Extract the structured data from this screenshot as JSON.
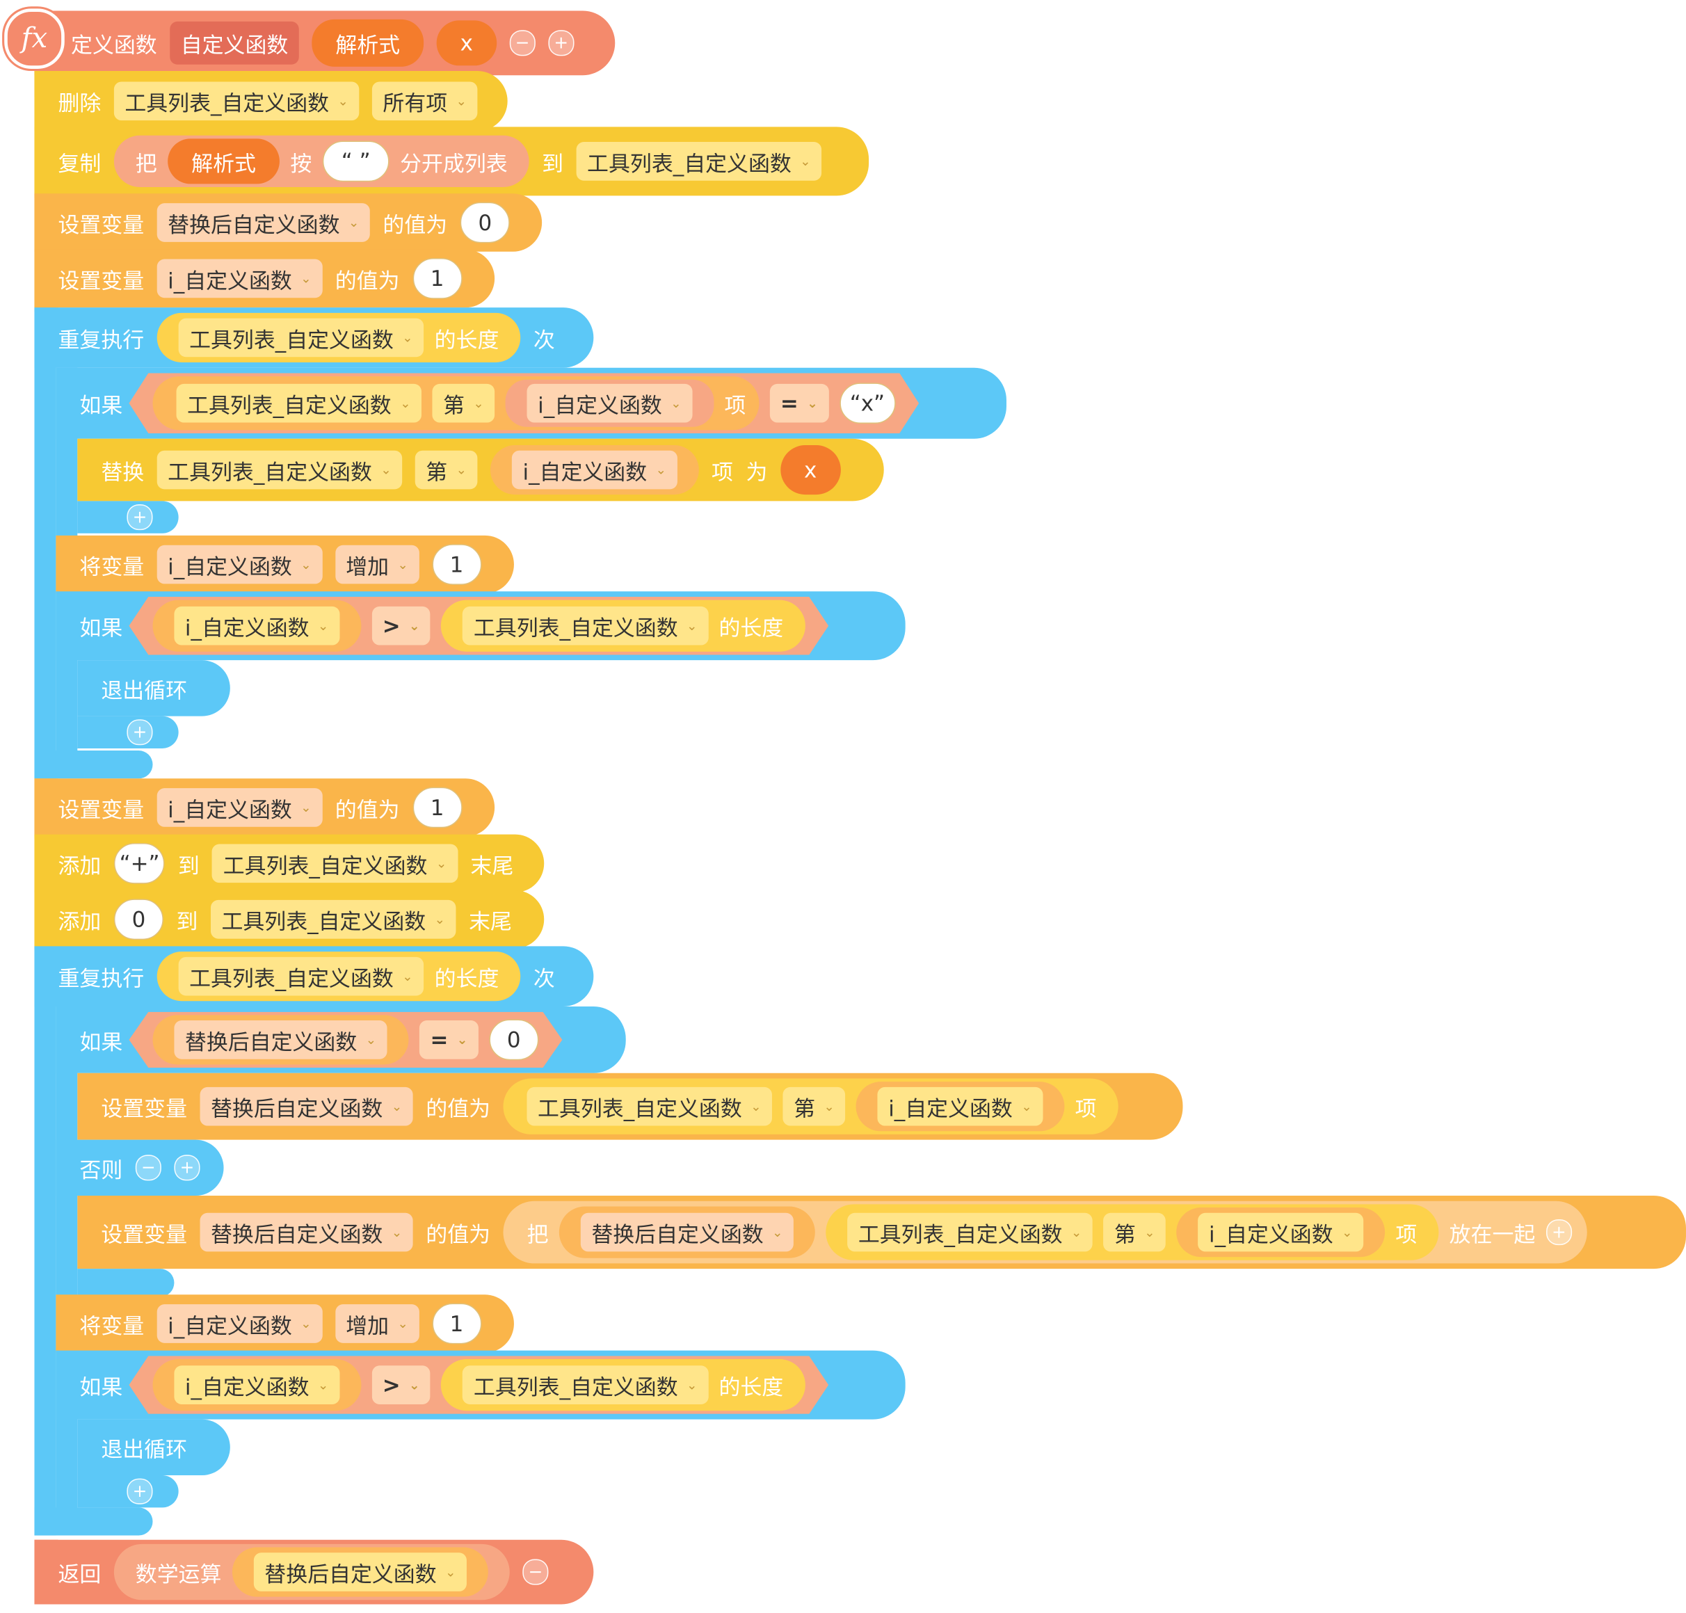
{
  "fx_icon": "function-fx-icon",
  "define": {
    "label": "定义函数",
    "name": "自定义函数",
    "param": "解析式",
    "param2": "x"
  },
  "del": {
    "label": "删除",
    "list": "工具列表_自定义函数",
    "which": "所有项"
  },
  "copy": {
    "label": "复制",
    "ba": "把",
    "param": "解析式",
    "by": "按",
    "sep": "“ ”",
    "split": "分开成列表",
    "to": "到",
    "list": "工具列表_自定义函数"
  },
  "set1": {
    "label": "设置变量",
    "var": "替换后自定义函数",
    "val_label": "的值为",
    "val": "0"
  },
  "set2": {
    "label": "设置变量",
    "var": "i_自定义函数",
    "val_label": "的值为",
    "val": "1"
  },
  "rep1": {
    "label": "重复执行",
    "list": "工具列表_自定义函数",
    "len": "的长度",
    "times": "次"
  },
  "if1": {
    "label": "如果",
    "list": "工具列表_自定义函数",
    "nth": "第",
    "var": "i_自定义函数",
    "item": "项",
    "op": "=",
    "str": "“x”"
  },
  "replace": {
    "label": "替换",
    "list": "工具列表_自定义函数",
    "nth": "第",
    "var": "i_自定义函数",
    "item": "项",
    "as": "为",
    "val": "x"
  },
  "inc1": {
    "label": "将变量",
    "var": "i_自定义函数",
    "op": "增加",
    "val": "1"
  },
  "if2": {
    "label": "如果",
    "var": "i_自定义函数",
    "op": ">",
    "list": "工具列表_自定义函数",
    "len": "的长度"
  },
  "brk1": {
    "label": "退出循环"
  },
  "set3": {
    "label": "设置变量",
    "var": "i_自定义函数",
    "val_label": "的值为",
    "val": "1"
  },
  "add1": {
    "label": "添加",
    "val": "“+”",
    "to": "到",
    "list": "工具列表_自定义函数",
    "tail": "末尾"
  },
  "add2": {
    "label": "添加",
    "val": "0",
    "to": "到",
    "list": "工具列表_自定义函数",
    "tail": "末尾"
  },
  "rep2": {
    "label": "重复执行",
    "list": "工具列表_自定义函数",
    "len": "的长度",
    "times": "次"
  },
  "if3": {
    "label": "如果",
    "var": "替换后自定义函数",
    "op": "=",
    "val": "0"
  },
  "set4": {
    "label": "设置变量",
    "var": "替换后自定义函数",
    "val_label": "的值为",
    "list": "工具列表_自定义函数",
    "nth": "第",
    "ivar": "i_自定义函数",
    "item": "项"
  },
  "else": {
    "label": "否则"
  },
  "set5": {
    "label": "设置变量",
    "var": "替换后自定义函数",
    "val_label": "的值为",
    "ba": "把",
    "v1": "替换后自定义函数",
    "list": "工具列表_自定义函数",
    "nth": "第",
    "ivar": "i_自定义函数",
    "item": "项",
    "join": "放在一起"
  },
  "inc2": {
    "label": "将变量",
    "var": "i_自定义函数",
    "op": "增加",
    "val": "1"
  },
  "if4": {
    "label": "如果",
    "var": "i_自定义函数",
    "op": ">",
    "list": "工具列表_自定义函数",
    "len": "的长度"
  },
  "brk2": {
    "label": "退出循环"
  },
  "ret": {
    "label": "返回",
    "math": "数学运算",
    "var": "替换后自定义函数"
  },
  "symbols": {
    "plus": "+",
    "minus": "−",
    "arrow": "⌄"
  }
}
